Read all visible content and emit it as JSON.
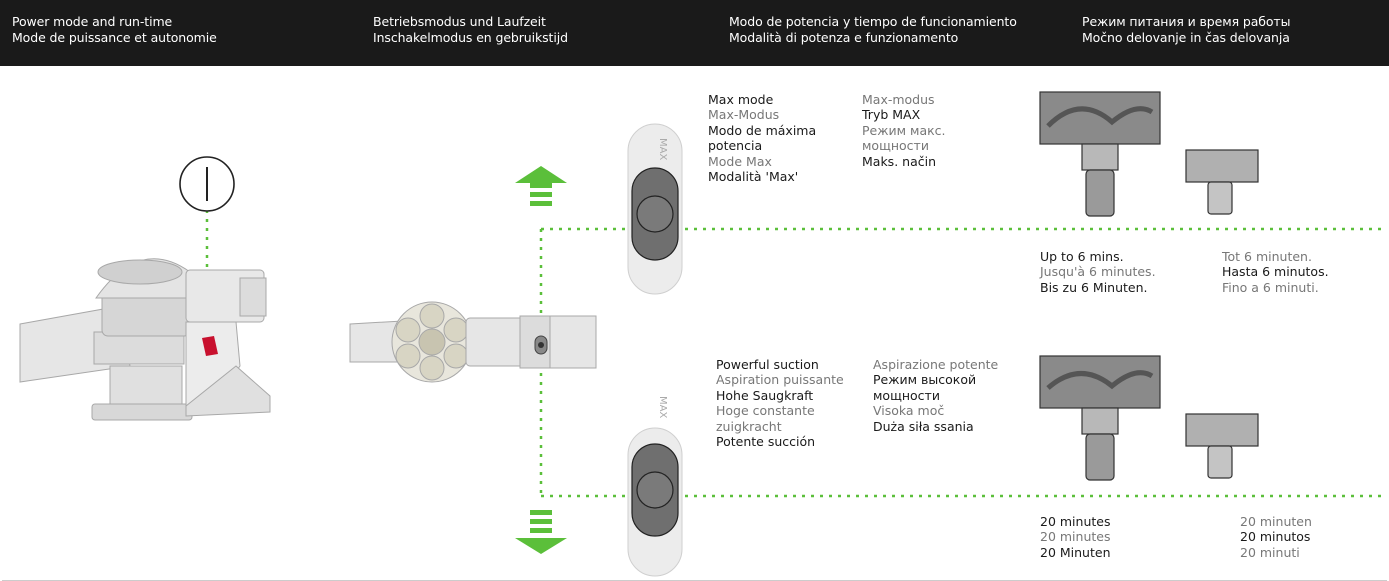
{
  "header": {
    "col1": [
      "Power mode and run-time",
      "Mode de puissance et autonomie"
    ],
    "col2": [
      "Betriebsmodus und Laufzeit",
      "Inschakelmodus en gebruikstijd"
    ],
    "col3": [
      "Modo de potencia y tiempo de funcionamiento",
      "Modalità di potenza e funzionamento"
    ],
    "col4": [
      "Режим питания и время работы",
      "Močno delovanje in čas delovanja"
    ]
  },
  "switch_label": "MAX",
  "max_mode": {
    "col_a": [
      "Max mode",
      "Max-Modus",
      "Modo de máxima",
      "potencia",
      "Mode Max",
      "Modalità 'Max'"
    ],
    "col_b": [
      "Max-modus",
      "Tryb MAX",
      "Режим макс.",
      "мощности",
      "Maks. način"
    ]
  },
  "max_runtime": {
    "col_a": [
      "Up to 6 mins.",
      "Jusqu'à 6 minutes.",
      "Bis zu 6 Minuten."
    ],
    "col_b": [
      "Tot 6 minuten.",
      "Hasta 6 minutos.",
      "Fino a 6 minuti."
    ]
  },
  "powerful_mode": {
    "col_a": [
      "Powerful suction",
      "Aspiration puissante",
      "Hohe Saugkraft",
      "Hoge constante",
      "zuigkracht",
      "Potente succión"
    ],
    "col_b": [
      "Aspirazione potente",
      "Режим высокой",
      "мощности",
      "Visoka moč",
      "Duża siła ssania"
    ]
  },
  "powerful_runtime": {
    "col_a": [
      "20 minutes",
      "20 minutes",
      "20 Minuten"
    ],
    "col_b": [
      "20 minuten",
      "20 minutos",
      "20 minuti"
    ]
  },
  "colors": {
    "header_bg": "#1a1a1a",
    "accent_green": "#5bbf3a",
    "trigger_red": "#c8102e",
    "body_grey": "#d9d9d9"
  },
  "icons": [
    "power-symbol-icon",
    "arrow-up-icon",
    "arrow-down-icon",
    "mode-switch-icon",
    "cleaner-head-icon",
    "mini-tool-icon"
  ]
}
